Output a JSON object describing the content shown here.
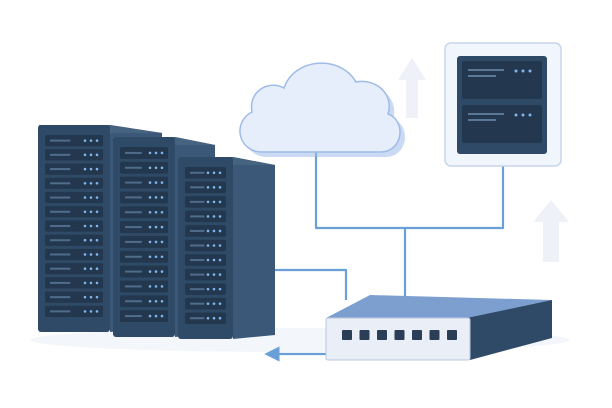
{
  "colors": {
    "background": "#ffffff",
    "rack_body": "#2f4a66",
    "rack_side": "#3b5878",
    "rack_top": "#46637f",
    "unit_face": "#23384f",
    "led_blue": "#7fb4ea",
    "cloud_fill": "#e6eefb",
    "cloud_stroke": "#9fbbe8",
    "connector": "#6a9fd8",
    "device_fill": "#f1f5fc",
    "device_stroke": "#c7d5ea",
    "switch_front": "#e9eef7",
    "switch_top": "#7d9fcf",
    "switch_side": "#2f4a66",
    "port": "#2a3e58",
    "faint_arrow": "#eef2f8"
  },
  "diagram": {
    "nodes": [
      {
        "id": "server-rack-left",
        "kind": "server-rack",
        "units": 13
      },
      {
        "id": "server-rack-middle",
        "kind": "server-rack",
        "units": 12
      },
      {
        "id": "server-rack-right",
        "kind": "server-rack",
        "units": 11
      },
      {
        "id": "cloud",
        "kind": "cloud"
      },
      {
        "id": "wall-server-panel",
        "kind": "rack-panel",
        "units": 2
      },
      {
        "id": "network-switch",
        "kind": "network-switch",
        "ports": 7
      }
    ],
    "edges": [
      {
        "from": "network-switch",
        "to": "cloud",
        "arrow": "up"
      },
      {
        "from": "network-switch",
        "to": "wall-server-panel",
        "arrow": "none"
      },
      {
        "from": "server-rack-right",
        "to": "network-switch",
        "arrow": "none"
      },
      {
        "from": "network-switch",
        "to": "floor-link",
        "arrow": "left"
      }
    ]
  }
}
